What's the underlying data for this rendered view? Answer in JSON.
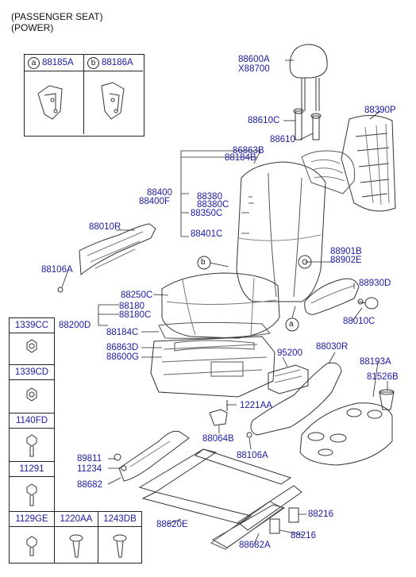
{
  "header": {
    "line1": "(PASSENGER SEAT)",
    "line2": "(POWER)"
  },
  "legend": {
    "a_marker": "a",
    "a_part": "88185A",
    "b_marker": "b",
    "b_part": "88186A"
  },
  "side_table": {
    "r1": "1339CC",
    "r2": "1339CD",
    "r3": "1140FD",
    "r4": "11291",
    "r5a": "1129GE",
    "r5b": "1220AA",
    "r5c": "1243DB"
  },
  "labels": {
    "p88600A": "88600A",
    "pX88700": "X88700",
    "p88610C": "88610C",
    "p88610": "88610",
    "p88390P": "88390P",
    "p86863B": "86863B",
    "p88184B": "88184B",
    "p88400": "88400",
    "p88400F": "88400F",
    "p88380": "88380",
    "p88380C": "88380C",
    "p88350C": "88350C",
    "p88401C": "88401C",
    "p88010R": "88010R",
    "p88106A_1": "88106A",
    "p88901B": "88901B",
    "p88902E": "88902E",
    "p88930D": "88930D",
    "p88010C": "88010C",
    "p88250C": "88250C",
    "p88180": "88180",
    "p88180C": "88180C",
    "p88200D": "88200D",
    "p88184C": "88184C",
    "p86863D": "86863D",
    "p88600G": "88600G",
    "p95200": "95200",
    "p88030R": "88030R",
    "p88193A": "88193A",
    "p81526B": "81526B",
    "p1221AA": "1221AA",
    "p88064B": "88064B",
    "p88106A_2": "88106A",
    "p89811": "89811",
    "p11234": "11234",
    "p88682": "88682",
    "p88620E": "88620E",
    "p88216_1": "88216",
    "p88216_2": "88216",
    "p88682A": "88682A"
  },
  "callouts": {
    "a": "a",
    "b": "b"
  }
}
